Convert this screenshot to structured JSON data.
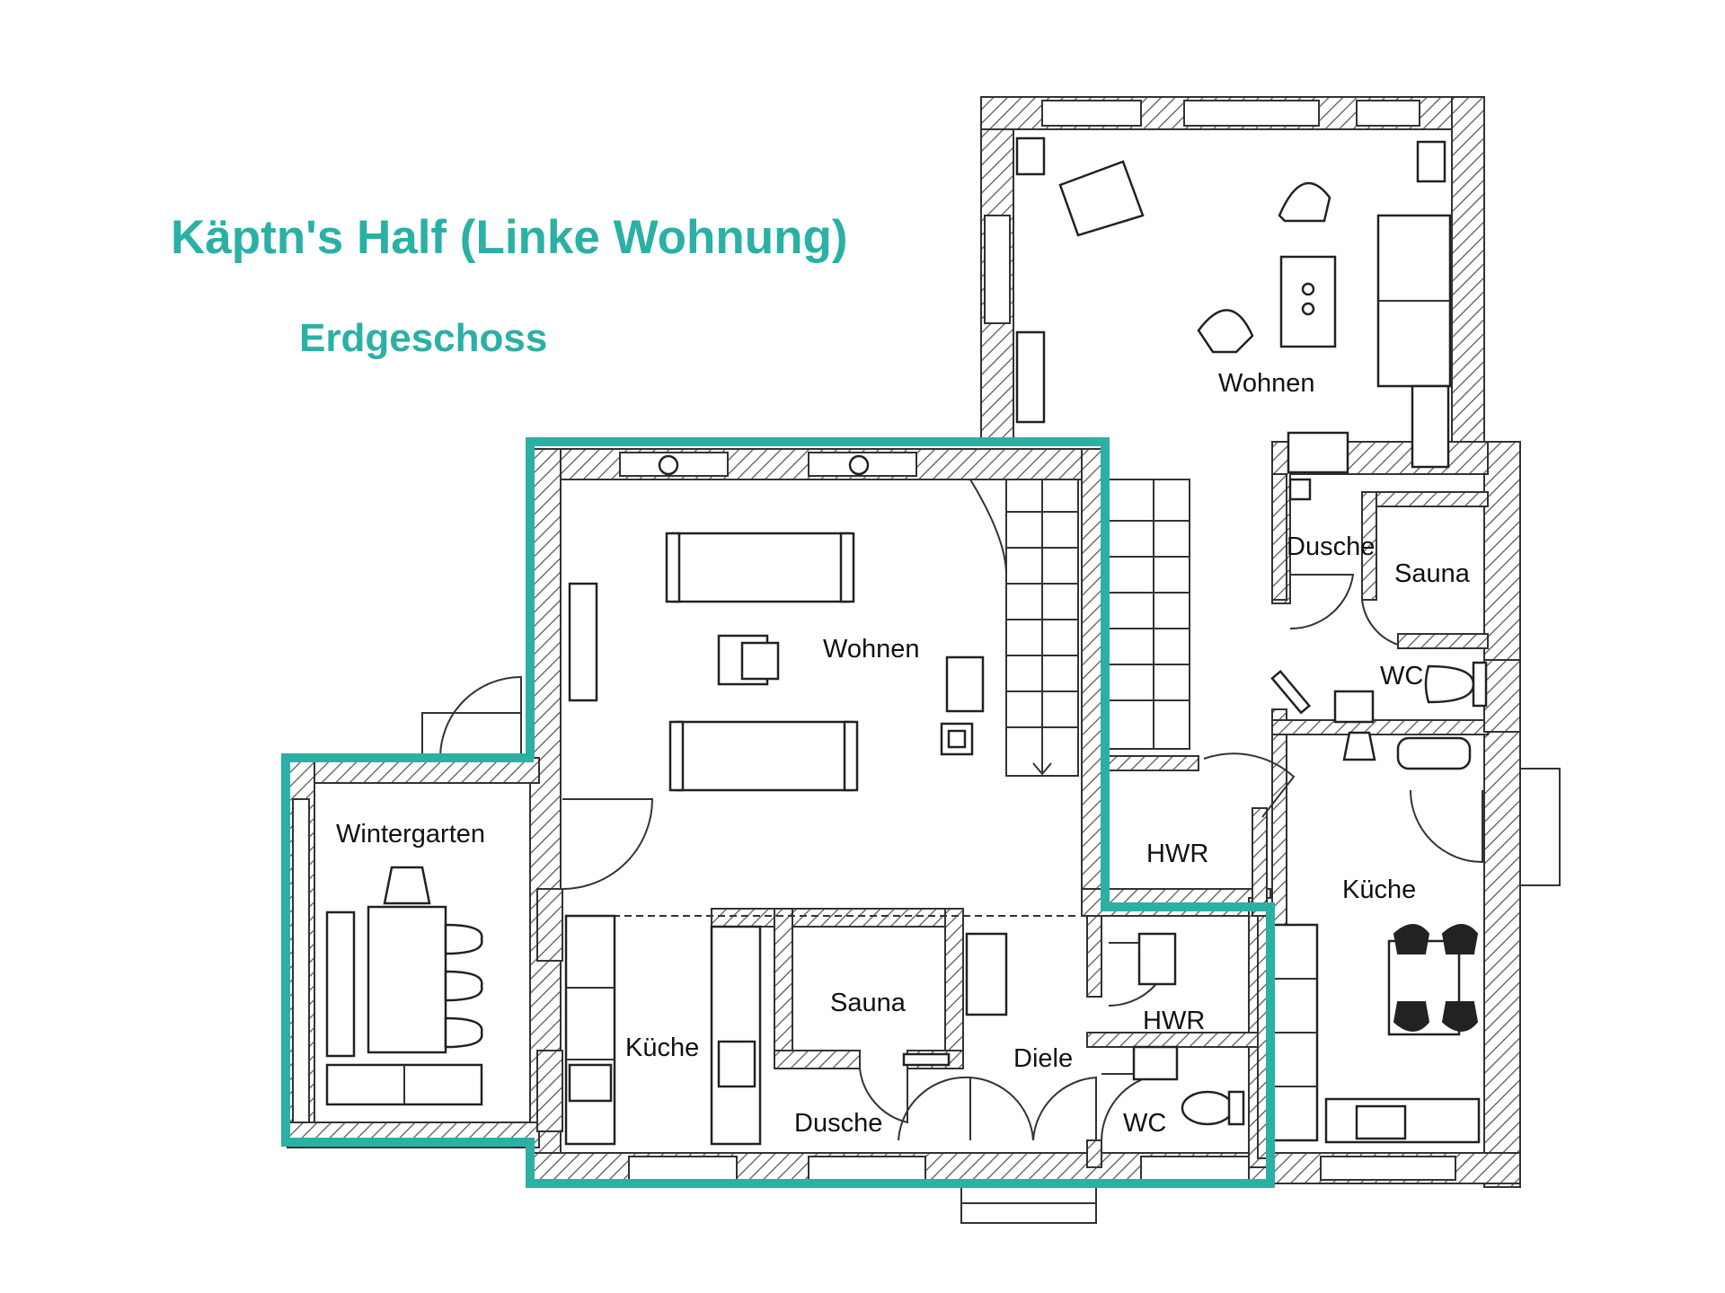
{
  "header": {
    "title": "Käptn's Half (Linke Wohnung)",
    "subtitle": "Erdgeschoss"
  },
  "colors": {
    "accent": "#2bb0a5",
    "wall_hatch": "#555555"
  },
  "rooms_left": {
    "wohnen": "Wohnen",
    "wintergarten": "Wintergarten",
    "kueche": "Küche",
    "sauna": "Sauna",
    "dusche": "Dusche",
    "diele": "Diele",
    "hwr_small": "HWR",
    "wc": "WC"
  },
  "rooms_right": {
    "wohnen": "Wohnen",
    "dusche": "Dusche",
    "sauna": "Sauna",
    "wc": "WC",
    "hwr": "HWR",
    "kueche": "Küche"
  }
}
